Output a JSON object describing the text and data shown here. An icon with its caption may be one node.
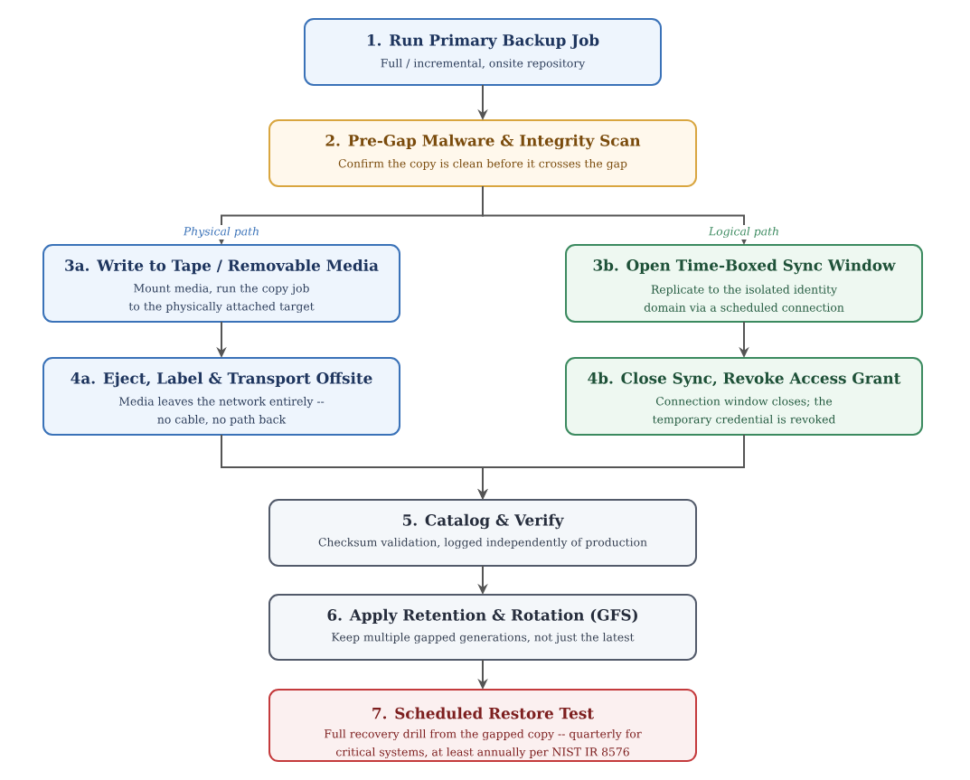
{
  "diagram": {
    "nodes": [
      {
        "text": [
          "1. Run Primary Backup Job",
          "Full / incremental, onsite repository"
        ]
      },
      {
        "text": [
          "2. Pre-Gap Malware & Integrity Scan",
          "Confirm the copy is clean before it crosses the gap"
        ]
      },
      {
        "text": [
          "3a. Write to Tape / Removable Media",
          "Mount media, run the copy job to the physically attached target"
        ]
      },
      {
        "text": [
          "3b. Open Time-Boxed Sync Window",
          "Replicate to the isolated identity domain via a scheduled connection"
        ]
      },
      {
        "text": [
          "4a. Eject, Label & Transport Offsite",
          "Media leaves the network entirely -- no cable, no path back"
        ]
      },
      {
        "text": [
          "4b. Close Sync, Revoke Access Grant",
          "Connection window closes; the temporary credential is revoked"
        ]
      },
      {
        "text": [
          "5. Catalog & Verify",
          "Checksum validation, logged independently of production"
        ]
      },
      {
        "text": [
          "6. Apply Retention & Rotation (GFS)",
          "Keep multiple gapped generations, not just the latest"
        ]
      },
      {
        "text": [
          "7. Scheduled Restore Test",
          "Full recovery drill from the gapped copy -- quarterly for critical systems, at least annually per NIST IR 8576"
        ]
      }
    ],
    "edges": [
      {
        "from": 0,
        "to": 1,
        "arrow": "to"
      },
      {
        "from": 1,
        "to": 2,
        "arrow": "to",
        "label": "Physical path"
      },
      {
        "from": 1,
        "to": 3,
        "arrow": "to",
        "label": "Logical path"
      },
      {
        "from": 2,
        "to": 4,
        "arrow": "to"
      },
      {
        "from": 3,
        "to": 5,
        "arrow": "to"
      },
      {
        "from": 4,
        "to": 6,
        "arrow": "to"
      },
      {
        "from": 5,
        "to": 6,
        "arrow": "to"
      },
      {
        "from": 6,
        "to": 7,
        "arrow": "to"
      },
      {
        "from": 7,
        "to": 8,
        "arrow": "to"
      }
    ]
  }
}
